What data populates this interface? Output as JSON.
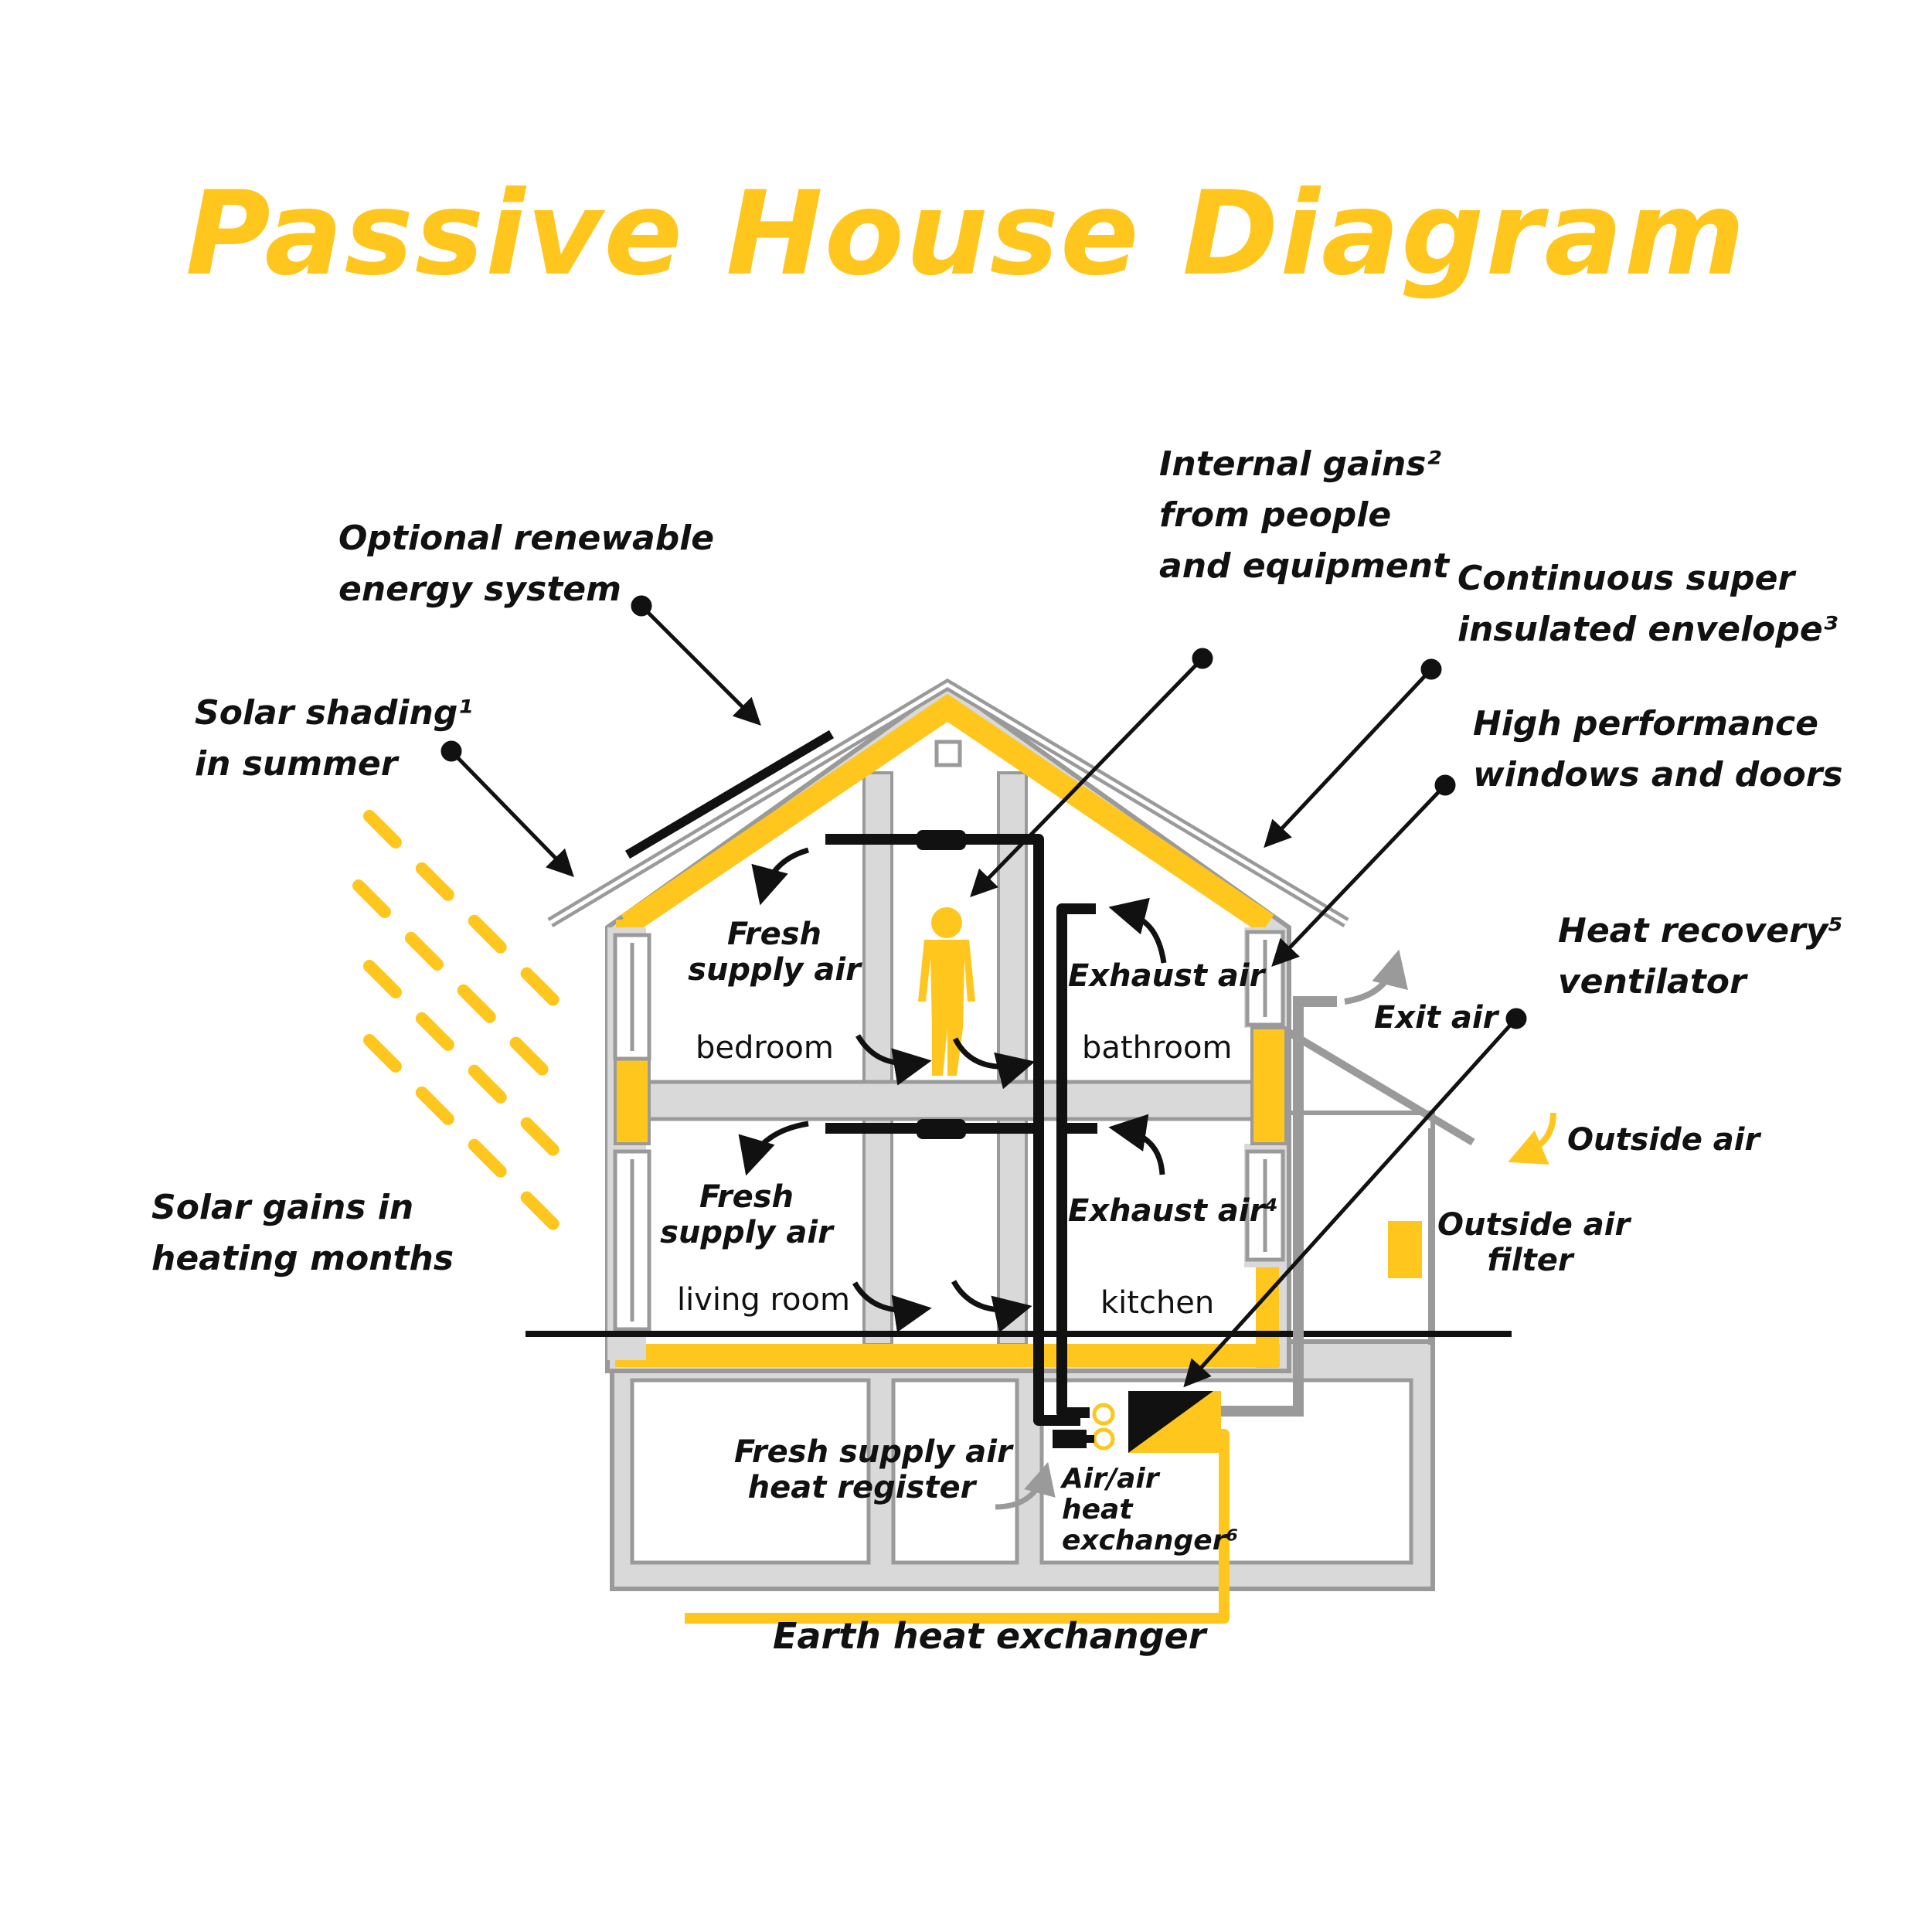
{
  "title": "Passive House Diagram",
  "labels": {
    "renewable": [
      "Optional renewable",
      "energy system"
    ],
    "internal_gains": [
      "Internal gains²",
      "from people",
      "and equipment"
    ],
    "envelope": [
      "Continuous super",
      "insulated envelope³"
    ],
    "windows": [
      "High performance",
      "windows and doors"
    ],
    "solar_shading": [
      "Solar shading¹",
      "in summer"
    ],
    "hrv": [
      "Heat recovery⁵",
      "ventilator"
    ],
    "exit_air": "Exit air",
    "outside_air": "Outside air",
    "outside_air_filter": [
      "Outside air",
      "filter"
    ],
    "solar_gains": [
      "Solar gains in",
      "heating months"
    ],
    "fresh_supply_upper": [
      "Fresh",
      "supply air"
    ],
    "fresh_supply_lower": [
      "Fresh",
      "supply air"
    ],
    "exhaust_upper": "Exhaust air",
    "exhaust_lower": "Exhaust air⁴",
    "heat_register": [
      "Fresh supply air",
      "heat register"
    ],
    "air_exchanger": [
      "Air/air",
      "heat",
      "exchanger⁶"
    ],
    "earth_exchanger": "Earth heat exchanger"
  },
  "rooms": {
    "bedroom": "bedroom",
    "bathroom": "bathroom",
    "living_room": "living room",
    "kitchen": "kitchen"
  },
  "colors": {
    "accent": "#FFC61E",
    "ink": "#111111",
    "wall_gray": "#9A9A9A",
    "wall_fill": "#D9D9D9"
  }
}
